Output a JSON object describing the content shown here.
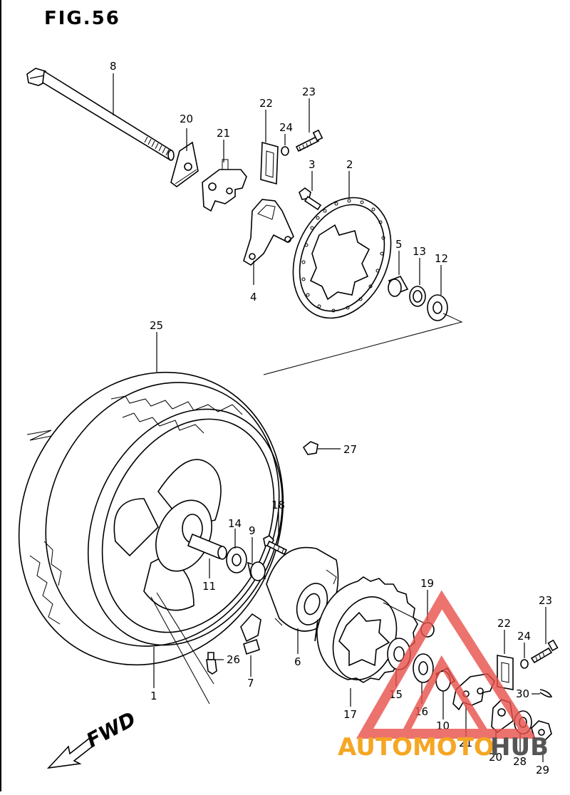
{
  "figure": {
    "title": "FIG.56"
  },
  "labels": [
    {
      "id": "8",
      "text": "8"
    },
    {
      "id": "20a",
      "text": "20"
    },
    {
      "id": "21a",
      "text": "21"
    },
    {
      "id": "22a",
      "text": "22"
    },
    {
      "id": "24a",
      "text": "24"
    },
    {
      "id": "23a",
      "text": "23"
    },
    {
      "id": "3",
      "text": "3"
    },
    {
      "id": "2",
      "text": "2"
    },
    {
      "id": "4",
      "text": "4"
    },
    {
      "id": "5",
      "text": "5"
    },
    {
      "id": "13",
      "text": "13"
    },
    {
      "id": "12",
      "text": "12"
    },
    {
      "id": "25",
      "text": "25"
    },
    {
      "id": "27",
      "text": "27"
    },
    {
      "id": "18",
      "text": "18"
    },
    {
      "id": "14",
      "text": "14"
    },
    {
      "id": "9",
      "text": "9"
    },
    {
      "id": "11",
      "text": "11"
    },
    {
      "id": "19",
      "text": "19"
    },
    {
      "id": "23b",
      "text": "23"
    },
    {
      "id": "22b",
      "text": "22"
    },
    {
      "id": "24b",
      "text": "24"
    },
    {
      "id": "26",
      "text": "26"
    },
    {
      "id": "7",
      "text": "7"
    },
    {
      "id": "6",
      "text": "6"
    },
    {
      "id": "1",
      "text": "1"
    },
    {
      "id": "15",
      "text": "15"
    },
    {
      "id": "16",
      "text": "16"
    },
    {
      "id": "10",
      "text": "10"
    },
    {
      "id": "17",
      "text": "17"
    },
    {
      "id": "21b",
      "text": "21"
    },
    {
      "id": "30",
      "text": "30"
    },
    {
      "id": "20b",
      "text": "20"
    },
    {
      "id": "28",
      "text": "28"
    },
    {
      "id": "29",
      "text": "29"
    }
  ],
  "direction": {
    "text": "FWD"
  },
  "watermark": {
    "part1": "AUTOMOTO",
    "part2": "HUB",
    "color1": "#f5a623",
    "color2": "#555555",
    "logo_color": "#e8504a"
  }
}
